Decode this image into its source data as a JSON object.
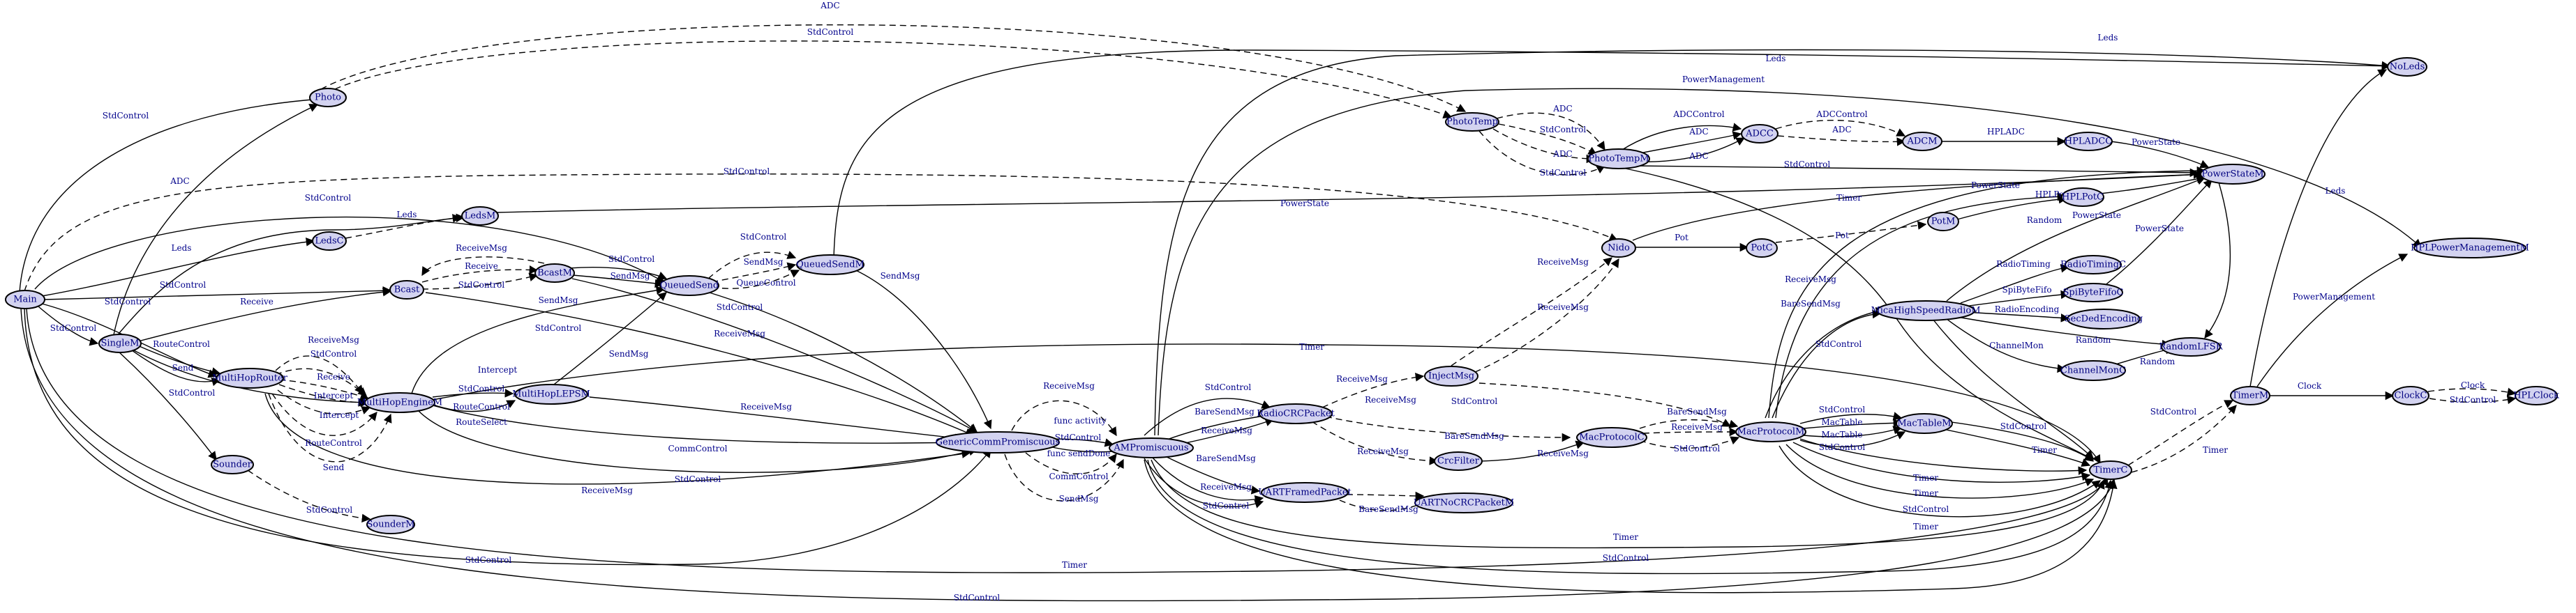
{
  "nodes": {
    "main": "Main",
    "photo": "Photo",
    "ledsc": "LedsC",
    "ledsm": "LedsM",
    "bcast": "Bcast",
    "singlem": "SingleM",
    "multihoprouter": "MultiHopRouter",
    "sounder": "Sounder",
    "sounderm": "SounderM",
    "multihopengine": "MultiHopEngineM",
    "multihoplepsm": "MultiHopLEPSM",
    "bcastm": "BcastM",
    "queuedsend": "QueuedSend",
    "queuedsendm": "QueuedSendM",
    "genericcomm": "GenericCommPromiscuous",
    "ampromiscuous": "AMPromiscuous",
    "radiocrcpacket": "RadioCRCPacket",
    "uartframedpacket": "UARTFramedPacket",
    "uartnocrcpacket": "UARTNoCRCPacketM",
    "injectmsg": "InjectMsg",
    "crcfilter": "CrcFilter",
    "macprotocolc": "MacProtocolC",
    "macprotocolm": "MacProtocolM",
    "mactablem": "MacTableM",
    "nido": "Nido",
    "potc": "PotC",
    "potm": "PotM",
    "phototemp": "PhotoTemp",
    "phototempm": "PhotoTempM",
    "adcc": "ADCC",
    "adcm": "ADCM",
    "hpladcc": "HPLADCC",
    "powerstatem": "PowerStateM",
    "hplpotc": "HPLPotC",
    "micahighspeed": "MicaHighSpeedRadioM",
    "radiotimingc": "RadioTimingC",
    "spibytefifoc": "SpiByteFifoC",
    "secdedencoding": "SecDedEncoding",
    "channelmonc": "ChannelMonC",
    "randomlfsr": "RandomLFSR",
    "timerc": "TimerC",
    "timerm": "TimerM",
    "clockc": "ClockC",
    "hplclock": "HPLClock",
    "noleds": "NoLeds",
    "hplpowermgmt": "HPLPowerManagementM"
  },
  "edge_labels": {
    "adc": "ADC",
    "stdcontrol": "StdControl",
    "leds": "Leds",
    "powerstate": "PowerState",
    "powermanagement": "PowerManagement",
    "receive": "Receive",
    "receivemsg": "ReceiveMsg",
    "sendmsg": "SendMsg",
    "routecontrol": "RouteControl",
    "send": "Send",
    "intercept": "Intercept",
    "routeselect": "RouteSelect",
    "queuecontrol": "QueueControl",
    "commcontrol": "CommControl",
    "timer": "Timer",
    "funcactivity": "func activity",
    "funcsenddone": "func sendDone",
    "bareSendMsg": "BareSendMsg",
    "pot": "Pot",
    "adccontrol": "ADCControl",
    "hpladc": "HPLADC",
    "hplpot": "HPLPot",
    "random": "Random",
    "radiotiming": "RadioTiming",
    "spibytefifo": "SpiByteFifo",
    "radioencoding": "RadioEncoding",
    "channelmon": "ChannelMon",
    "mactable": "MacTable",
    "clock": "Clock"
  }
}
